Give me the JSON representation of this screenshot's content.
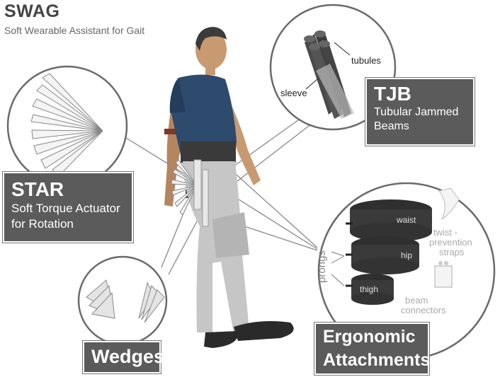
{
  "title": "SWAG",
  "subtitle": "Soft  Wearable Assistant for Gait",
  "star": {
    "title": "STAR",
    "line1": "Soft Torque Actuator",
    "line2": "for Rotation"
  },
  "tjb": {
    "title": "TJB",
    "line1": "Tubular Jammed",
    "line2": "Beams",
    "tubules": "tubules",
    "sleeve": "sleeve"
  },
  "wedges": {
    "title": "Wedges"
  },
  "ergo": {
    "line1": "Ergonomic",
    "line2": "Attachments",
    "waist": "waist",
    "hip": "hip",
    "thigh": "thigh",
    "prongs": "prongs",
    "twist1": "twist -",
    "twist2": "prevention",
    "twist3": "straps",
    "beam1": "beam",
    "beam2": "connectors"
  },
  "colors": {
    "label_box": "#5b5b5b",
    "shirt": "#2e4a6d",
    "pants": "#c6c6c6",
    "brace": "#3a3a3a",
    "skin": "#c89a72"
  }
}
